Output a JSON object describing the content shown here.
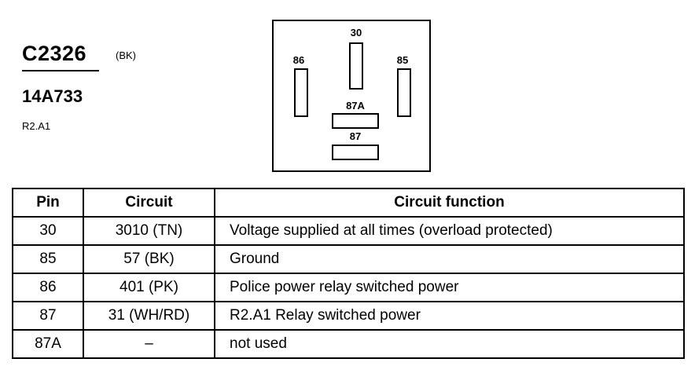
{
  "header": {
    "connector_id": "C2326",
    "connector_color": "(BK)",
    "part_number": "14A733",
    "location_code": "R2.A1"
  },
  "diagram": {
    "pins": [
      {
        "label": "30"
      },
      {
        "label": "86"
      },
      {
        "label": "85"
      },
      {
        "label": "87A"
      },
      {
        "label": "87"
      }
    ]
  },
  "table": {
    "headers": [
      "Pin",
      "Circuit",
      "Circuit function"
    ],
    "rows": [
      {
        "pin": "30",
        "circuit": "3010 (TN)",
        "function": "Voltage supplied at all times (overload protected)"
      },
      {
        "pin": "85",
        "circuit": "57 (BK)",
        "function": "Ground"
      },
      {
        "pin": "86",
        "circuit": "401 (PK)",
        "function": "Police power relay switched power"
      },
      {
        "pin": "87",
        "circuit": "31 (WH/RD)",
        "function": "R2.A1 Relay switched power"
      },
      {
        "pin": "87A",
        "circuit": "–",
        "function": "not used"
      }
    ]
  }
}
